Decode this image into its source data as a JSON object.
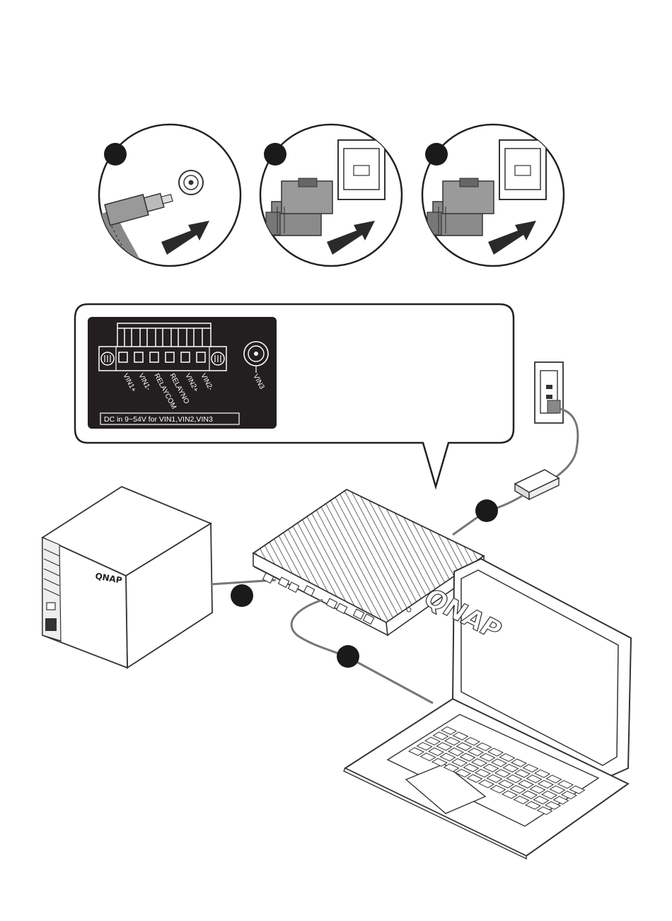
{
  "callout": {
    "pins": [
      "VIN1+",
      "VIN1-",
      "RELAYCOM",
      "RELAYNO",
      "VIN2+",
      "VIN2-"
    ],
    "barrel_label": "VIN3",
    "dc_note": "DC in 9~54V for VIN1,VIN2,VIN3"
  },
  "devices": {
    "nas_brand": "QNAP",
    "laptop_brand": "QNAP"
  }
}
